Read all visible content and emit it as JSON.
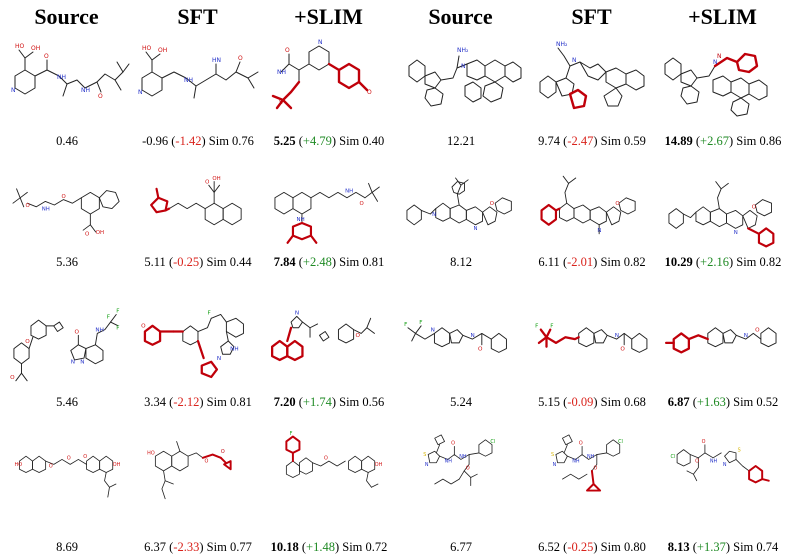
{
  "headers": [
    "Source",
    "SFT",
    "+SLIM",
    "Source",
    "SFT",
    "+SLIM"
  ],
  "colors": {
    "highlight": "#c0000a",
    "negative": "#d9231c",
    "positive": "#1f8a24",
    "atom_n": "#2330c8",
    "atom_o": "#d01010",
    "atom_f": "#16a016"
  },
  "rows": [
    {
      "left": {
        "source": {
          "score": "0.46"
        },
        "sft": {
          "score": "-0.96",
          "delta": "-1.42",
          "sim_label": "Sim",
          "sim": "0.76"
        },
        "slim": {
          "score": "5.25",
          "delta": "+4.79",
          "sim_label": "Sim",
          "sim": "0.40"
        }
      },
      "right": {
        "source": {
          "score": "12.21"
        },
        "sft": {
          "score": "9.74",
          "delta": "-2.47",
          "sim_label": "Sim",
          "sim": "0.59"
        },
        "slim": {
          "score": "14.89",
          "delta": "+2.67",
          "sim_label": "Sim",
          "sim": "0.86"
        }
      }
    },
    {
      "left": {
        "source": {
          "score": "5.36"
        },
        "sft": {
          "score": "5.11",
          "delta": "-0.25",
          "sim_label": "Sim",
          "sim": "0.44"
        },
        "slim": {
          "score": "7.84",
          "delta": "+2.48",
          "sim_label": "Sim",
          "sim": "0.81"
        }
      },
      "right": {
        "source": {
          "score": "8.12"
        },
        "sft": {
          "score": "6.11",
          "delta": "-2.01",
          "sim_label": "Sim",
          "sim": "0.82"
        },
        "slim": {
          "score": "10.29",
          "delta": "+2.16",
          "sim_label": "Sim",
          "sim": "0.82"
        }
      }
    },
    {
      "left": {
        "source": {
          "score": "5.46"
        },
        "sft": {
          "score": "3.34",
          "delta": "-2.12",
          "sim_label": "Sim",
          "sim": "0.81"
        },
        "slim": {
          "score": "7.20",
          "delta": "+1.74",
          "sim_label": "Sim",
          "sim": "0.56"
        }
      },
      "right": {
        "source": {
          "score": "5.24"
        },
        "sft": {
          "score": "5.15",
          "delta": "-0.09",
          "sim_label": "Sim",
          "sim": "0.68"
        },
        "slim": {
          "score": "6.87",
          "delta": "+1.63",
          "sim_label": "Sim",
          "sim": "0.52"
        }
      }
    },
    {
      "left": {
        "source": {
          "score": "8.69"
        },
        "sft": {
          "score": "6.37",
          "delta": "-2.33",
          "sim_label": "Sim",
          "sim": "0.77"
        },
        "slim": {
          "score": "10.18",
          "delta": "+1.48",
          "sim_label": "Sim",
          "sim": "0.72"
        }
      },
      "right": {
        "source": {
          "score": "6.77"
        },
        "sft": {
          "score": "6.52",
          "delta": "-0.25",
          "sim_label": "Sim",
          "sim": "0.80"
        },
        "slim": {
          "score": "8.13",
          "delta": "+1.37",
          "sim_label": "Sim",
          "sim": "0.74"
        }
      }
    }
  ]
}
